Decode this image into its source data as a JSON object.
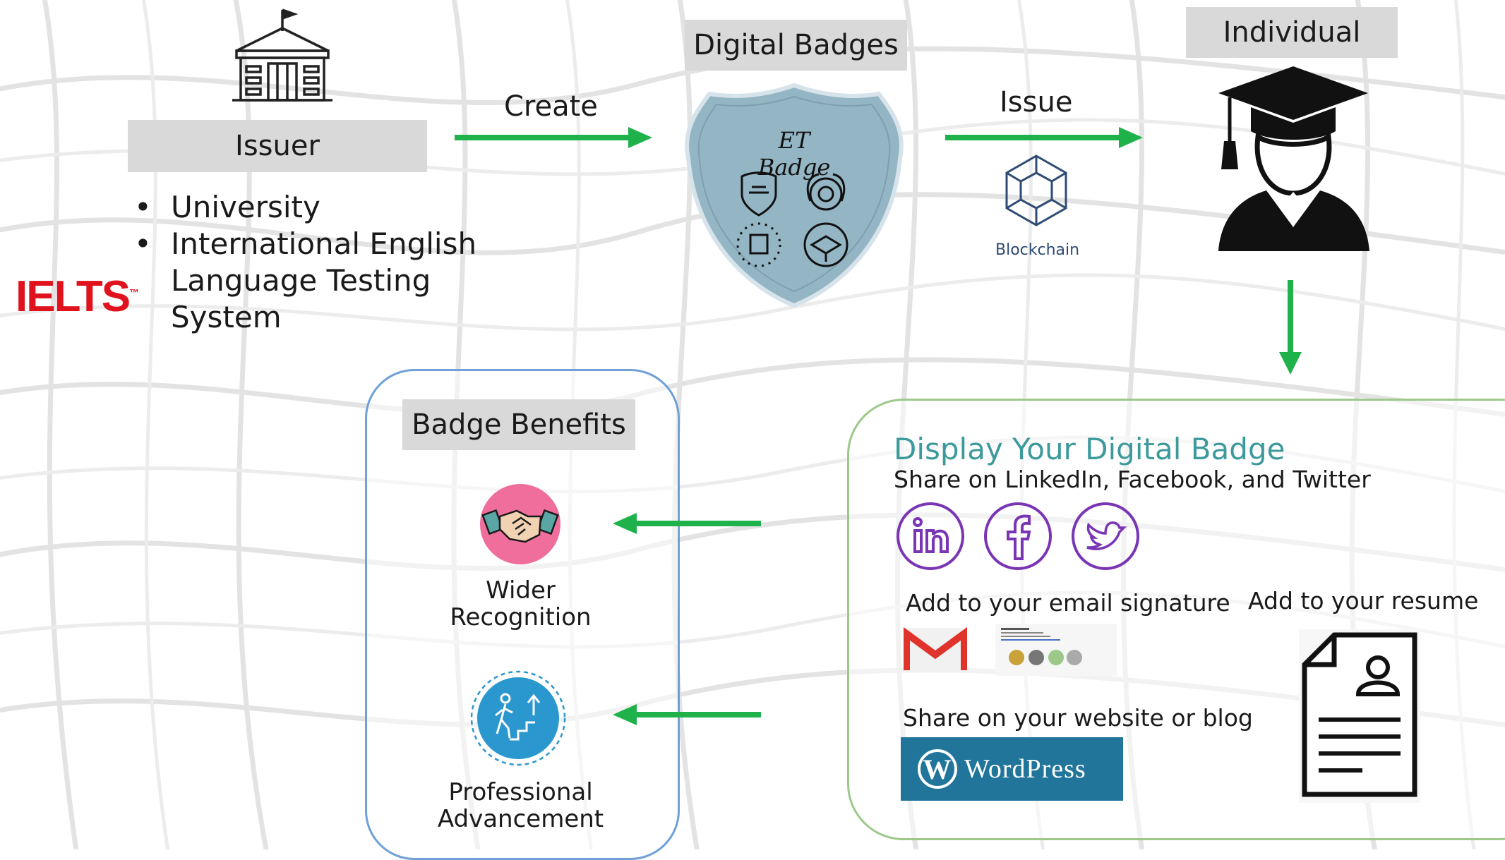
{
  "issuer": {
    "label": "Issuer",
    "bullets": [
      "University",
      "International English Language Testing System"
    ],
    "logo_text": "IELTS",
    "logo_tm": "™"
  },
  "create_label": "Create",
  "digital_badges": {
    "label": "Digital Badges",
    "badge_text": "ET Badge"
  },
  "issue_label": "Issue",
  "blockchain_label": "Blockchain",
  "individual_label": "Individual",
  "benefits": {
    "title": "Badge Benefits",
    "items": [
      {
        "line1": "Wider",
        "line2": "Recognition",
        "icon": "handshake-icon"
      },
      {
        "line1": "Professional",
        "line2": "Advancement",
        "icon": "career-stairs-icon"
      }
    ]
  },
  "display": {
    "title": "Display Your Digital Badge",
    "subtitle": "Share on LinkedIn, Facebook, and Twitter",
    "social_icons": [
      "linkedin-icon",
      "facebook-icon",
      "twitter-icon"
    ],
    "email_label": "Add to your email signature",
    "resume_label": "Add to your resume",
    "website_label": "Share on your website or blog",
    "wordpress_text": "WordPress",
    "wordpress_mark": "W"
  },
  "colors": {
    "arrow": "#1fb24b",
    "label_bg": "#d9d9d9",
    "badge_shield": "#93b5c4",
    "display_title": "#3d9a9c",
    "social_purple": "#7a35b5",
    "ielts_red": "#e0121d",
    "benefits_border": "#6fa0d8",
    "display_border": "#9cc98a",
    "wordpress_bg": "#21759b"
  }
}
